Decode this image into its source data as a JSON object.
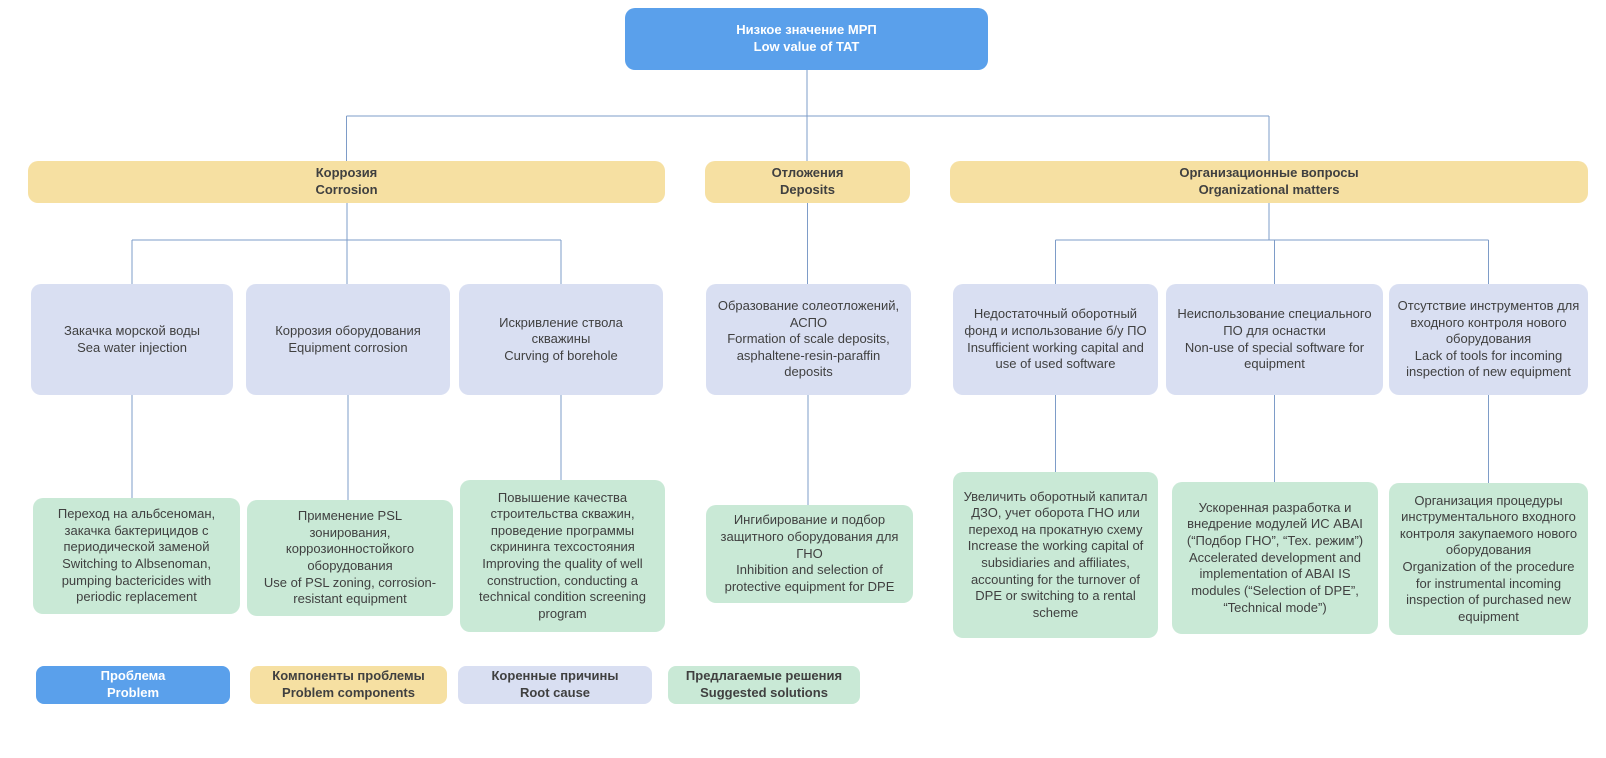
{
  "diagram": {
    "problem": {
      "ru": "Низкое значение МРП",
      "en": "Low value of TAT"
    },
    "components": [
      {
        "ru": "Коррозия",
        "en": "Corrosion"
      },
      {
        "ru": "Отложения",
        "en": "Deposits"
      },
      {
        "ru": "Организационные вопросы",
        "en": "Organizational matters"
      }
    ],
    "root_causes": [
      {
        "ru": "Закачка морской воды",
        "en": "Sea water injection"
      },
      {
        "ru": "Коррозия оборудования",
        "en": "Equipment corrosion"
      },
      {
        "ru": "Искривление ствола скважины",
        "en": "Curving of borehole"
      },
      {
        "ru": "Образование солеотложений, АСПО",
        "en": "Formation of scale deposits, asphaltene-resin-paraffin deposits"
      },
      {
        "ru": "Недостаточный оборотный фонд и использование б/у ПО",
        "en": "Insufficient working capital and use of used software"
      },
      {
        "ru": "Неиспользование специального ПО для оснастки",
        "en": "Non-use of special software for equipment"
      },
      {
        "ru": "Отсутствие инструментов для входного контроля нового оборудования",
        "en": "Lack of tools for incoming inspection of new equipment"
      }
    ],
    "solutions": [
      {
        "ru": "Переход на альбсеноман, закачка бактерицидов с периодической заменой",
        "en": "Switching to Albsenoman, pumping bactericides with periodic replacement"
      },
      {
        "ru": "Применение PSL зонирования, коррозионностойкого оборудования",
        "en": "Use of PSL zoning, corrosion-resistant equipment"
      },
      {
        "ru": "Повышение качества строительства скважин, проведение программы скрининга техсостояния",
        "en": "Improving the quality of well construction, conducting a technical condition screening program"
      },
      {
        "ru": "Ингибирование и подбор защитного оборудования для ГНО",
        "en": "Inhibition and selection of protective equipment for DPE"
      },
      {
        "ru": "Увеличить оборотный капитал ДЗО, учет оборота ГНО или переход на прокатную схему",
        "en": "Increase the working capital of subsidiaries and affiliates, accounting for the turnover of DPE or switching to a rental scheme"
      },
      {
        "ru": "Ускоренная разработка и внедрение модулей ИС ABAI (“Подбор ГНО”, “Тех. режим”)",
        "en": "Accelerated development and implementation of ABAI IS modules (“Selection of DPE”, “Technical mode”)"
      },
      {
        "ru": "Организация процедуры инструментального входного контроля закупаемого нового оборудования",
        "en": "Organization of the procedure for instrumental incoming inspection of purchased new equipment"
      }
    ],
    "legend": [
      {
        "ru": "Проблема",
        "en": "Problem"
      },
      {
        "ru": "Компоненты проблемы",
        "en": "Problem components"
      },
      {
        "ru": "Коренные причины",
        "en": "Root cause"
      },
      {
        "ru": "Предлагаемые решения",
        "en": "Suggested solutions"
      }
    ],
    "colors": {
      "problem": "#5AA0EB",
      "component": "#F6E0A2",
      "root_cause": "#D9DFF2",
      "solution": "#C9E9D6",
      "connector": "#7E9CC8",
      "text": "#404040"
    }
  }
}
